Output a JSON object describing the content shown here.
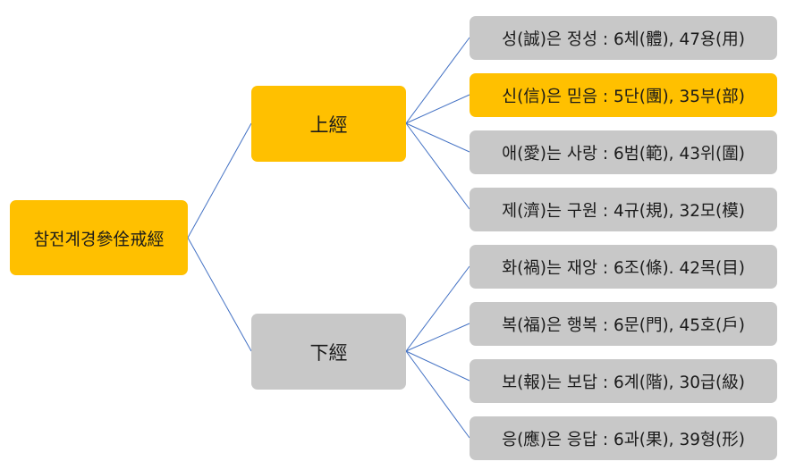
{
  "root": {
    "label": "참전계경參佺戒經"
  },
  "branches": [
    {
      "label": "上經",
      "leaves": [
        "성(誠)은 정성 : 6체(體), 47용(用)",
        "신(信)은 믿음 : 5단(團), 35부(部)",
        "애(愛)는 사랑 : 6범(範), 43위(圍)",
        "제(濟)는 구원 : 4규(規), 32모(模)"
      ]
    },
    {
      "label": "下經",
      "leaves": [
        "화(禍)는 재앙 : 6조(條). 42목(目)",
        "복(福)은 행복 : 6문(門), 45호(戶)",
        "보(報)는 보답 : 6계(階), 30급(級)",
        "응(應)은 응답 : 6과(果), 39형(形)"
      ]
    }
  ],
  "colors": {
    "highlight": "#ffc000",
    "neutral": "#c8c8c8",
    "connector": "#4472c4"
  }
}
